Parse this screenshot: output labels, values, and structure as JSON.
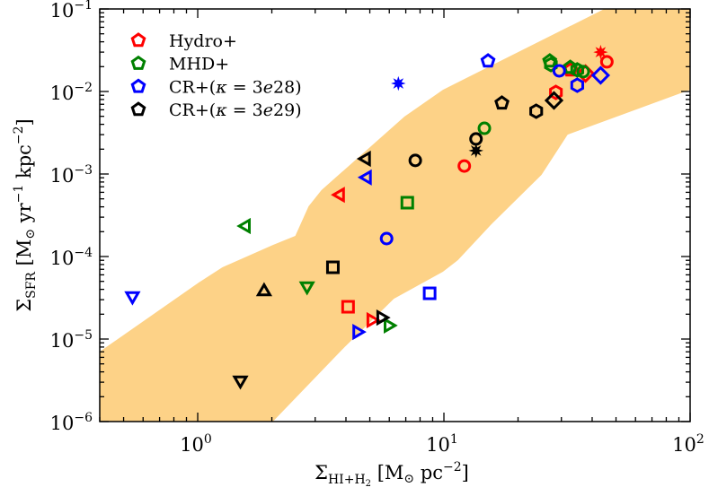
{
  "chart_data": {
    "type": "scatter",
    "xscale": "log",
    "yscale": "log",
    "xlim": [
      0.4,
      100
    ],
    "ylim": [
      1e-06,
      0.1
    ],
    "grid": false,
    "legend_position": "top-left",
    "xlabel": {
      "main": "Σ",
      "sub": "HI+H",
      "sub2": "2",
      "rest": " [M",
      "odot": "⊙",
      "rest2": " pc",
      "sup": "−2",
      "end": "]"
    },
    "ylabel": {
      "main": "Σ",
      "sub": "SFR",
      "rest": " [M",
      "odot": "⊙",
      "rest2": " yr",
      "sup1": "−1",
      "rest3": " kpc",
      "sup2": "−2",
      "end": "]"
    },
    "xticks": [
      {
        "value": 1,
        "base": "10",
        "exp": "0"
      },
      {
        "value": 10,
        "base": "10",
        "exp": "1"
      },
      {
        "value": 100,
        "base": "10",
        "exp": "2"
      }
    ],
    "yticks": [
      {
        "value": 0.1,
        "base": "10",
        "exp": "−1"
      },
      {
        "value": 0.01,
        "base": "10",
        "exp": "−2"
      },
      {
        "value": 0.001,
        "base": "10",
        "exp": "−3"
      },
      {
        "value": 0.0001,
        "base": "10",
        "exp": "−4"
      },
      {
        "value": 1e-05,
        "base": "10",
        "exp": "−5"
      },
      {
        "value": 1e-06,
        "base": "10",
        "exp": "−6"
      }
    ],
    "band": {
      "color": "#fdd287",
      "upper": [
        [
          0.4,
          7.05e-06
        ],
        [
          1.01,
          4.84e-05
        ],
        [
          1.26,
          7.4e-05
        ],
        [
          2.02,
          0.000138
        ],
        [
          2.49,
          0.000178
        ],
        [
          2.82,
          0.000406
        ],
        [
          3.18,
          0.000637
        ],
        [
          6.92,
          0.00497
        ],
        [
          9.91,
          0.0105
        ],
        [
          44.8,
          0.1
        ],
        [
          100,
          0.1
        ]
      ],
      "lower": [
        [
          100,
          0.0105
        ],
        [
          31.8,
          0.003
        ],
        [
          24.9,
          0.000975
        ],
        [
          15.6,
          0.000246
        ],
        [
          11.4,
          9.05e-05
        ],
        [
          9.91,
          6.53e-05
        ],
        [
          6.26,
          3.08e-05
        ],
        [
          3.95,
          7.98e-06
        ],
        [
          2.02,
          1e-06
        ],
        [
          0.4,
          1e-06
        ]
      ]
    },
    "series": [
      {
        "name": "Hydro+",
        "color": "#ff0000",
        "points": [
          {
            "x": 43.3,
            "y": 0.03,
            "marker": "star"
          },
          {
            "x": 45.9,
            "y": 0.0229,
            "marker": "circle"
          },
          {
            "x": 28.5,
            "y": 0.00975,
            "marker": "hexagon"
          },
          {
            "x": 32.6,
            "y": 0.0182,
            "marker": "pentagon"
          },
          {
            "x": 37.6,
            "y": 0.0165,
            "marker": "diamond"
          },
          {
            "x": 12.1,
            "y": 0.00125,
            "marker": "circle"
          },
          {
            "x": 3.79,
            "y": 0.00056,
            "marker": "triangle-left"
          },
          {
            "x": 4.08,
            "y": 2.46e-05,
            "marker": "square"
          },
          {
            "x": 5.07,
            "y": 1.69e-05,
            "marker": "triangle-right"
          }
        ]
      },
      {
        "name": "MHD+",
        "color": "#008000",
        "points": [
          {
            "x": 26.9,
            "y": 0.0234,
            "marker": "pentagon"
          },
          {
            "x": 27.2,
            "y": 0.0212,
            "marker": "hexagon"
          },
          {
            "x": 32.6,
            "y": 0.0196,
            "marker": "pentagon"
          },
          {
            "x": 34.8,
            "y": 0.0183,
            "marker": "hexagon"
          },
          {
            "x": 36.8,
            "y": 0.0174,
            "marker": "circle"
          },
          {
            "x": 14.6,
            "y": 0.00358,
            "marker": "circle"
          },
          {
            "x": 7.1,
            "y": 0.000449,
            "marker": "square"
          },
          {
            "x": 1.57,
            "y": 0.000234,
            "marker": "triangle-left"
          },
          {
            "x": 2.78,
            "y": 4.38e-05,
            "marker": "triangle-down"
          },
          {
            "x": 5.95,
            "y": 1.46e-05,
            "marker": "triangle-right"
          }
        ]
      },
      {
        "name": "CR+(κ = 3e28)",
        "name_parts": {
          "a": "CR+(",
          "k": "κ",
          "eq": " = 3",
          "e": "e",
          "num": "28",
          "end": ")"
        },
        "color": "#0000ff",
        "points": [
          {
            "x": 6.53,
            "y": 0.01254,
            "marker": "star"
          },
          {
            "x": 15.1,
            "y": 0.0234,
            "marker": "pentagon"
          },
          {
            "x": 29.4,
            "y": 0.0178,
            "marker": "circle"
          },
          {
            "x": 34.8,
            "y": 0.0119,
            "marker": "hexagon"
          },
          {
            "x": 43.3,
            "y": 0.0157,
            "marker": "diamond"
          },
          {
            "x": 4.87,
            "y": 0.00091,
            "marker": "triangle-left"
          },
          {
            "x": 5.85,
            "y": 0.000165,
            "marker": "circle"
          },
          {
            "x": 8.75,
            "y": 3.58e-05,
            "marker": "square"
          },
          {
            "x": 4.44,
            "y": 1.22e-05,
            "marker": "triangle-right"
          },
          {
            "x": 0.543,
            "y": 3.32e-05,
            "marker": "triangle-down"
          }
        ]
      },
      {
        "name": "CR+(κ = 3e29)",
        "name_parts": {
          "a": "CR+(",
          "k": "κ",
          "eq": " = 3",
          "e": "e",
          "num": "29",
          "end": ")"
        },
        "color": "#000000",
        "points": [
          {
            "x": 4.83,
            "y": 0.00153,
            "marker": "triangle-left"
          },
          {
            "x": 7.65,
            "y": 0.00146,
            "marker": "circle"
          },
          {
            "x": 13.5,
            "y": 0.00266,
            "marker": "circle"
          },
          {
            "x": 13.5,
            "y": 0.00192,
            "marker": "star"
          },
          {
            "x": 17.2,
            "y": 0.00723,
            "marker": "pentagon"
          },
          {
            "x": 23.7,
            "y": 0.00577,
            "marker": "hexagon"
          },
          {
            "x": 28.0,
            "y": 0.00778,
            "marker": "diamond"
          },
          {
            "x": 3.54,
            "y": 7.4e-05,
            "marker": "square"
          },
          {
            "x": 1.86,
            "y": 3.77e-05,
            "marker": "triangle-up"
          },
          {
            "x": 5.56,
            "y": 1.82e-05,
            "marker": "triangle-right"
          },
          {
            "x": 1.49,
            "y": 3.16e-06,
            "marker": "triangle-down"
          }
        ]
      }
    ]
  }
}
